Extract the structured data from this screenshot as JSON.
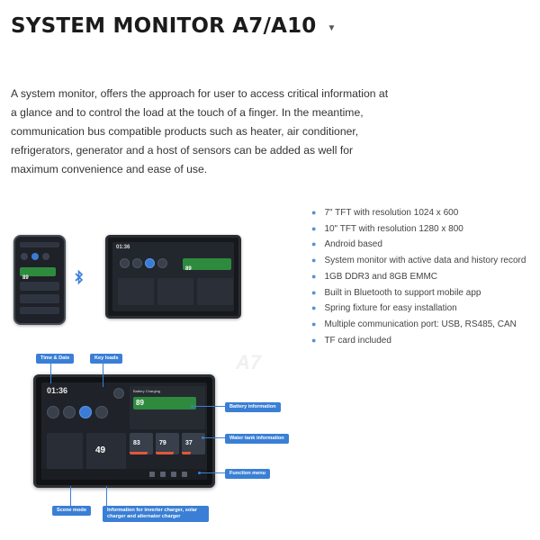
{
  "header": {
    "title": "SYSTEM MONITOR A7/A10",
    "caret": "▼"
  },
  "description": "A system monitor, offers the approach for user to access critical information at a glance and to control the load at the touch of a finger. In the meantime, communication bus compatible products such as heater, air conditioner, refrigerators, generator and a host of sensors can be added as well for maximum convenience and ease of use.",
  "features": [
    "7\" TFT with resolution 1024 x 600",
    "10\" TFT with resolution 1280 x 800",
    "Android based",
    "System monitor with active data and history record",
    "1GB DDR3 and 8GB EMMC",
    "Built in Bluetooth to support mobile app",
    "Spring fixture for easy installation",
    "Multiple communication port: USB, RS485, CAN",
    "TF card included"
  ],
  "watermark": "A7",
  "screen": {
    "time": "01:36",
    "battery_header": "Battery Charging",
    "battery_percent": "89",
    "inverter_value": "49",
    "tanks": [
      "83",
      "79",
      "37"
    ],
    "phone_percent": "89",
    "small_time": "01:36",
    "small_percent": "89"
  },
  "callouts": {
    "time_date": "Time & Date",
    "key_loads": "Key loads",
    "battery_info": "Battery information",
    "water_tank": "Water tank information",
    "function_menu": "Function menu",
    "scene_mode": "Scene mode",
    "inverter_info": "Information for inverter charger, solar charger and alternator charger"
  },
  "colors": {
    "accent": "#3a7fd5",
    "battery_green": "#2e8b3e",
    "bluetooth": "#3b7fd8"
  },
  "icons": {
    "bluetooth": "bluetooth-icon",
    "caret": "caret-down-icon"
  }
}
